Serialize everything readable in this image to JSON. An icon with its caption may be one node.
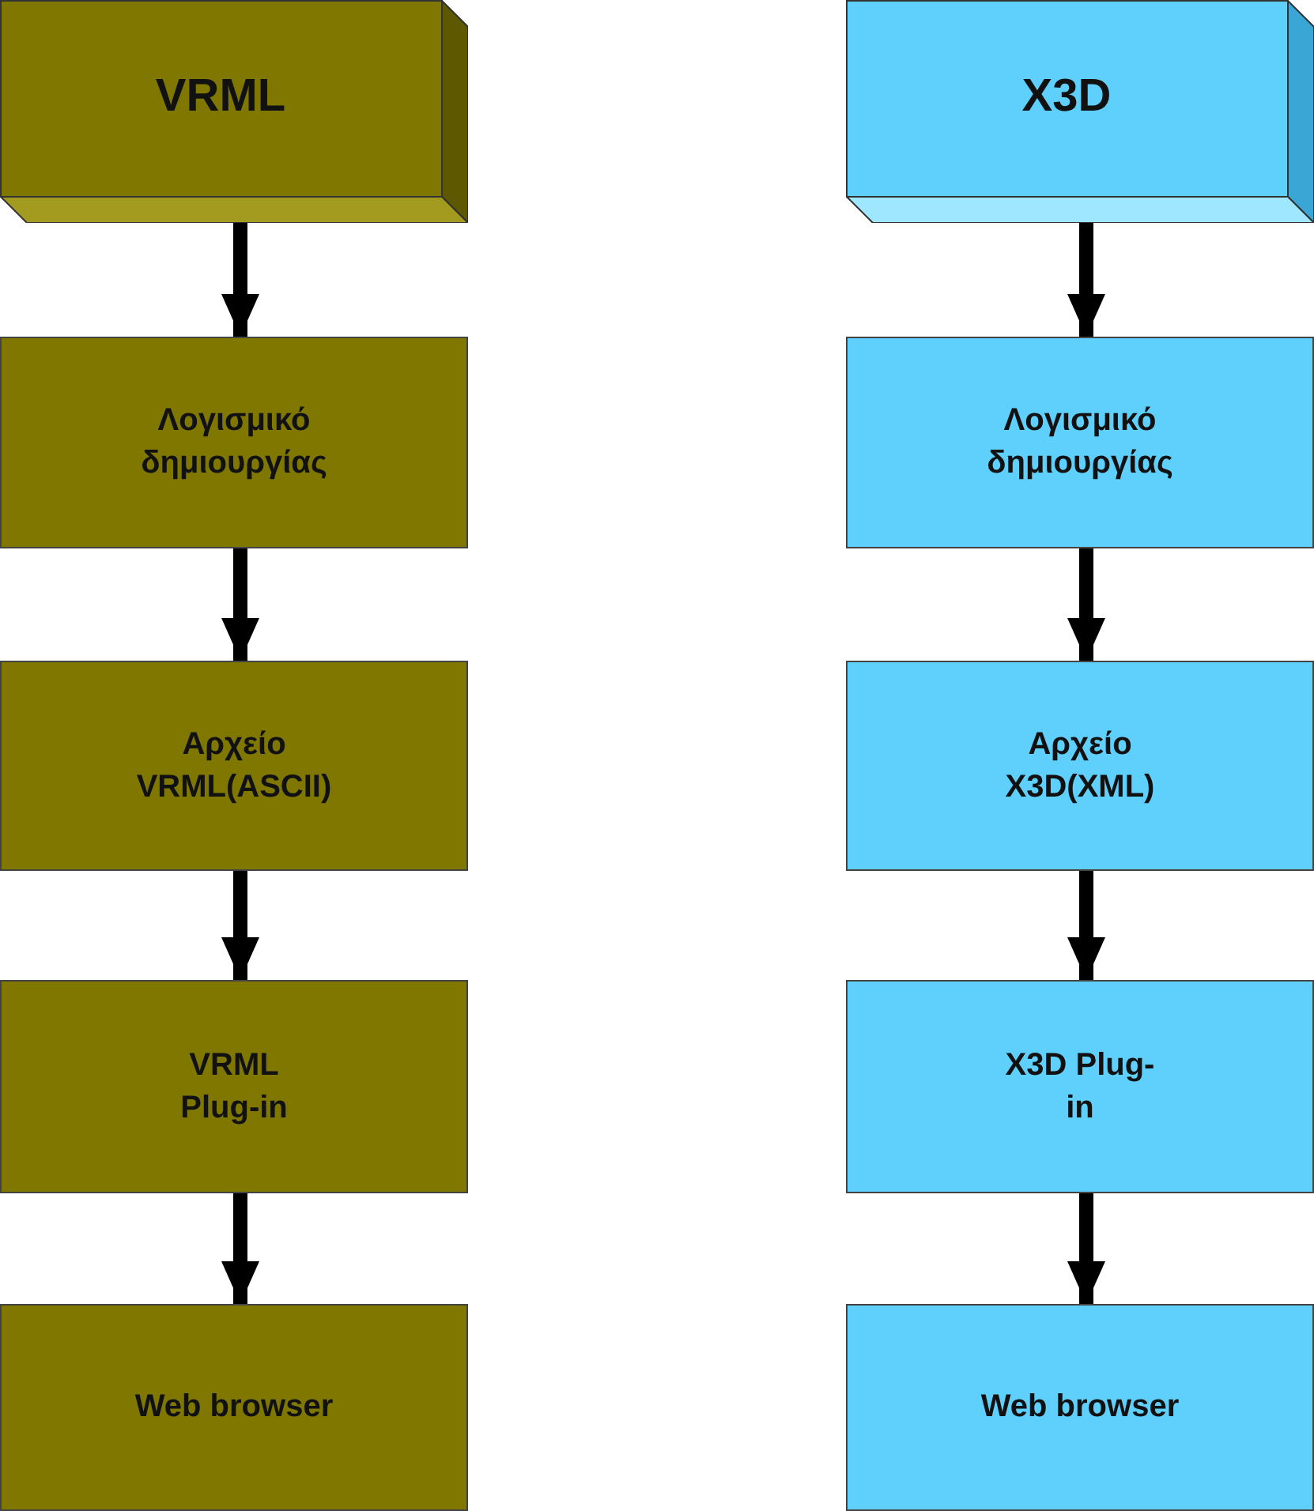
{
  "diagram": {
    "nodes": [
      {
        "text": [
          "VRML"
        ]
      },
      {
        "text": [
          "Λογισμικό δημιουργίας"
        ]
      },
      {
        "text": [
          "Αρχείο VRML(ASCII)"
        ]
      },
      {
        "text": [
          "VRML Plug-in"
        ]
      },
      {
        "text": [
          "Web browser"
        ]
      },
      {
        "text": [
          "X3D"
        ]
      },
      {
        "text": [
          "Λογισμικό δημιουργίας"
        ]
      },
      {
        "text": [
          "Αρχείο X3D(XML)"
        ]
      },
      {
        "text": [
          "X3D Plug-in"
        ]
      },
      {
        "text": [
          "Web browser"
        ]
      }
    ],
    "edges": [
      {
        "from": 0,
        "to": 1,
        "arrow": "to"
      },
      {
        "from": 1,
        "to": 2,
        "arrow": "to"
      },
      {
        "from": 2,
        "to": 3,
        "arrow": "to"
      },
      {
        "from": 3,
        "to": 4,
        "arrow": "to"
      },
      {
        "from": 5,
        "to": 6,
        "arrow": "to"
      },
      {
        "from": 6,
        "to": 7,
        "arrow": "to"
      },
      {
        "from": 7,
        "to": 8,
        "arrow": "to"
      },
      {
        "from": 8,
        "to": 9,
        "arrow": "to"
      }
    ]
  }
}
